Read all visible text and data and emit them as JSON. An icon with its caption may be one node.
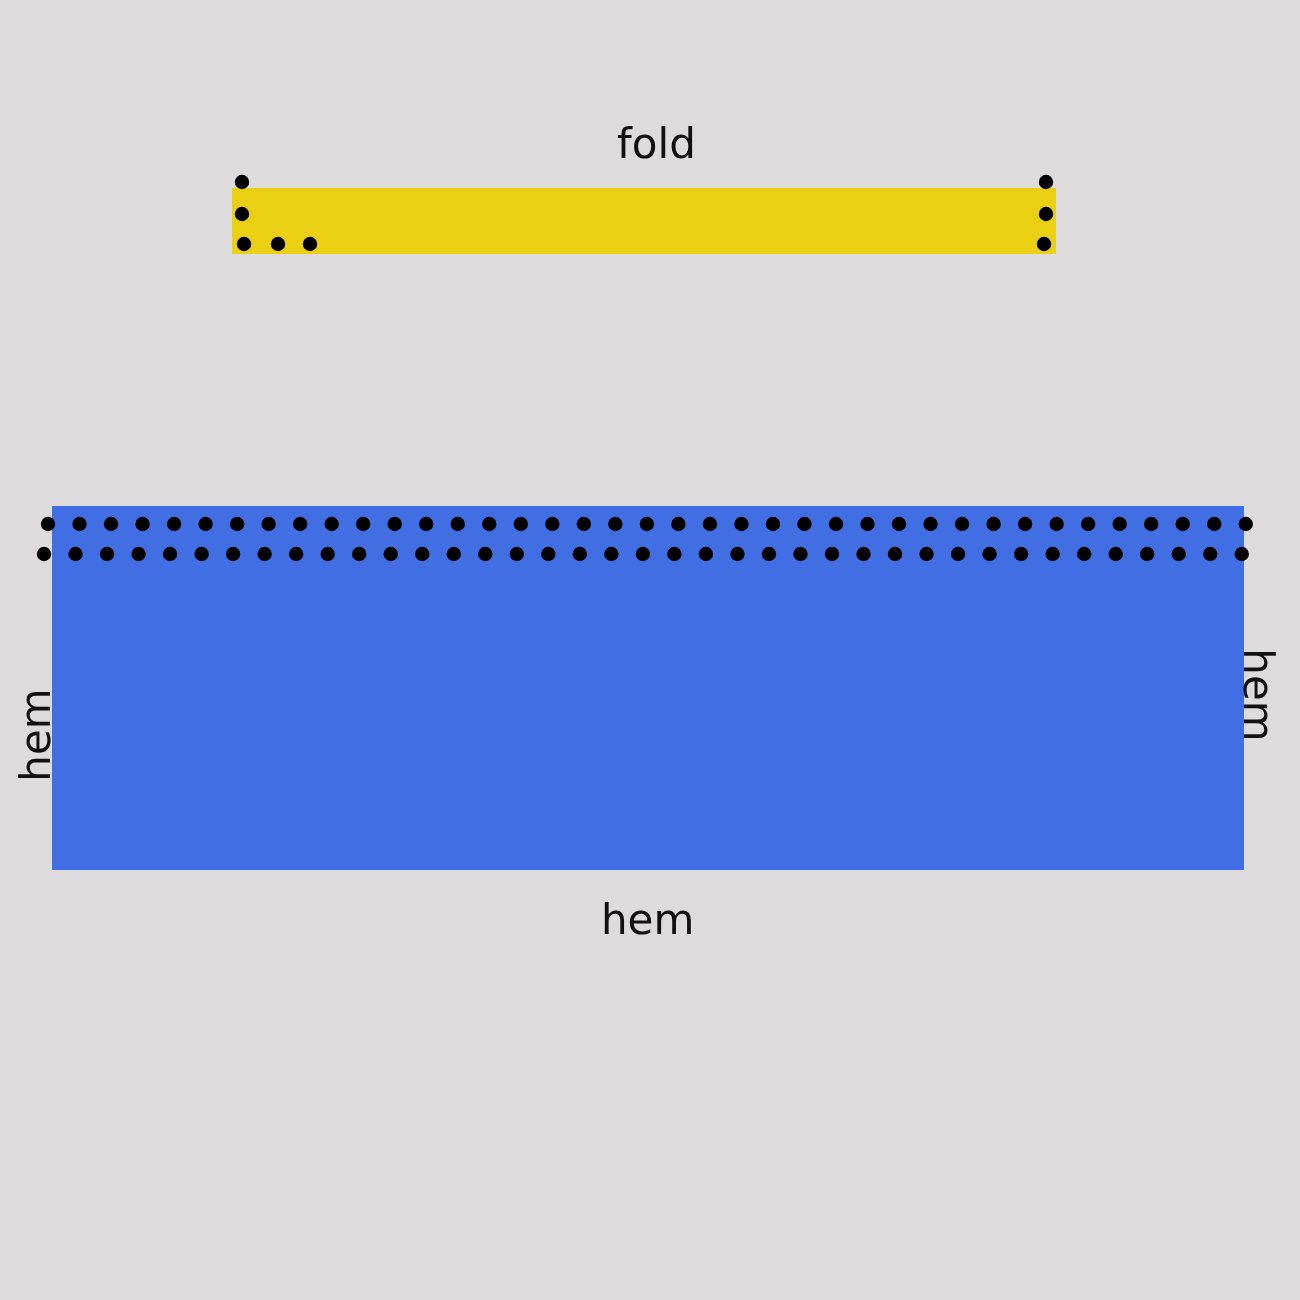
{
  "diagram": {
    "labels": [
      "fold",
      "hem",
      "hem",
      "hem"
    ]
  }
}
